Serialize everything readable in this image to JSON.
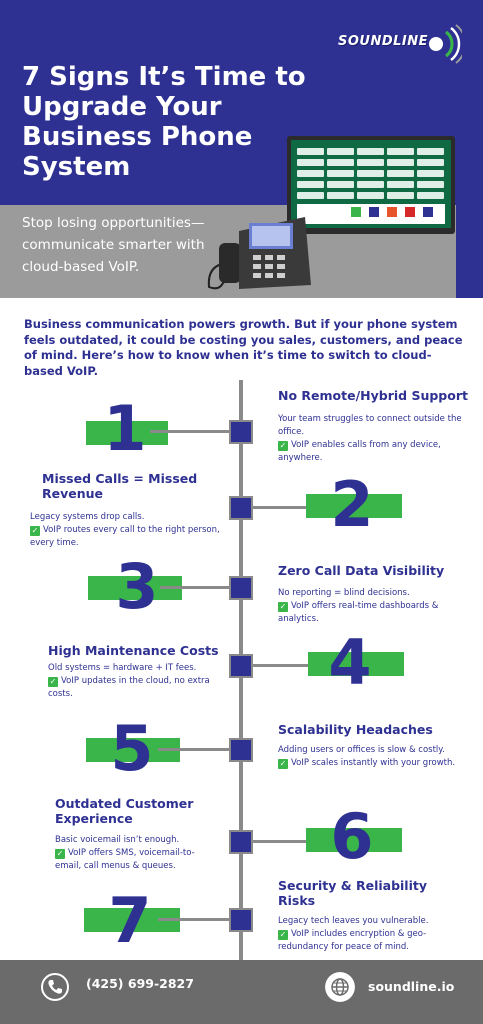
{
  "header": {
    "title": "7 Signs It’s Time to Upgrade Your Business Phone System",
    "subtitle": "Stop losing opportunities— communicate smarter with cloud-based VoIP.",
    "logo_text": "SOUNDLINE"
  },
  "intro": "Business communication powers growth. But if your phone system feels outdated, it could be costing you sales, customers, and peace of mind. Here’s how to know when it’s time to switch to cloud-based VoIP.",
  "signs": [
    {
      "number": "1",
      "title": "No Remote/Hybrid Support",
      "problem": "Your team struggles to connect outside the office.",
      "solution": "VoIP enables calls from any device, anywhere."
    },
    {
      "number": "2",
      "title": "Missed Calls = Missed Revenue",
      "problem": "Legacy systems drop calls.",
      "solution": "VoIP routes every call to the right person, every time."
    },
    {
      "number": "3",
      "title": "Zero Call Data Visibility",
      "problem": "No reporting = blind decisions.",
      "solution": "VoIP offers real-time dashboards & analytics."
    },
    {
      "number": "4",
      "title": "High Maintenance Costs",
      "problem": "Old systems = hardware + IT fees.",
      "solution": "VoIP updates in the cloud, no extra costs."
    },
    {
      "number": "5",
      "title": "Scalability Headaches",
      "problem": "Adding users or offices is slow & costly.",
      "solution": "VoIP scales instantly with your growth."
    },
    {
      "number": "6",
      "title": "Outdated Customer Experience",
      "problem": "Basic voicemail isn’t enough.",
      "solution": "VoIP offers SMS, voicemail-to-email, call menus & queues."
    },
    {
      "number": "7",
      "title": "Security & Reliability Risks",
      "problem": "Legacy tech leaves you vulnerable.",
      "solution": "VoIP includes encryption & geo-redundancy for peace of mind."
    }
  ],
  "footer": {
    "phone": "(425) 699-2827",
    "website": "soundline.io",
    "phone_icon": "phone-icon",
    "web_icon": "globe-icon"
  },
  "colors": {
    "brand_blue": "#2e3192",
    "accent_green": "#39b54a",
    "gray": "#9b9b9b",
    "footer_gray": "#6b6b6b"
  }
}
